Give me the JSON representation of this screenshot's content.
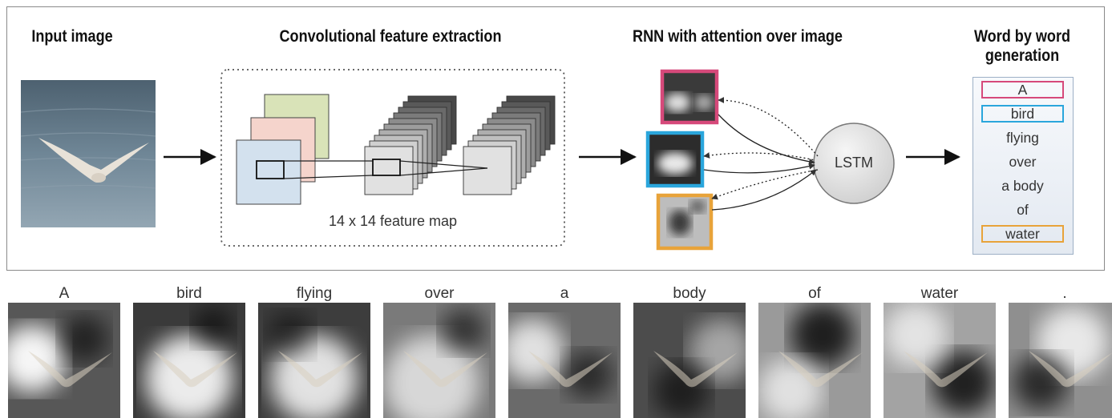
{
  "headings": {
    "input": "Input image",
    "conv": "Convolutional feature extraction",
    "rnn": "RNN with attention over image",
    "wordgen_line1": "Word by word",
    "wordgen_line2": "generation"
  },
  "feature_map_label": "14 x 14 feature map",
  "lstm_label": "LSTM",
  "generated_words": [
    "A",
    "bird",
    "flying",
    "over",
    "a body",
    "of",
    "water"
  ],
  "highlighted_words": {
    "A": "#d6497a",
    "bird": "#2aa6dc",
    "water": "#e8a33a"
  },
  "attention_colors": [
    "#d6497a",
    "#2aa6dc",
    "#e8a33a"
  ],
  "attention_strip": {
    "words": [
      "A",
      "bird",
      "flying",
      "over",
      "a",
      "body",
      "of",
      "water",
      "."
    ]
  }
}
